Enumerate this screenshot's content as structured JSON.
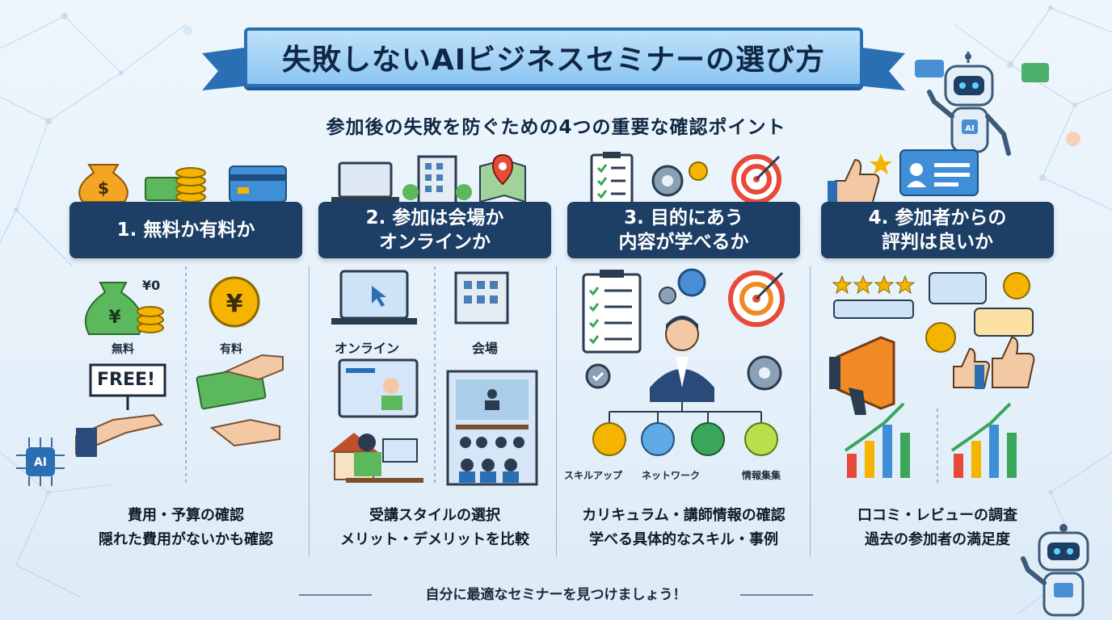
{
  "title": "失敗しないAIビジネスセミナーの選び方",
  "subtitle": "参加後の失敗を防ぐための4つの重要な確認ポイント",
  "columns": [
    {
      "header_lines": [
        "1. 無料か有料か"
      ],
      "labels": {
        "free_price": "¥0",
        "free": "無料",
        "paid": "有料",
        "free_sign": "FREE!"
      },
      "caption_lines": [
        "費用・予算の確認",
        "隠れた費用がないかも確認"
      ]
    },
    {
      "header_lines": [
        "2. 参加は会場か",
        "オンラインか"
      ],
      "labels": {
        "online": "オンライン",
        "venue": "会場"
      },
      "caption_lines": [
        "受講スタイルの選択",
        "メリット・デメリットを比較"
      ]
    },
    {
      "header_lines": [
        "3. 目的にあう",
        "内容が学べるか"
      ],
      "labels": {
        "skill": "スキルアップ",
        "network": "ネットワーク",
        "info": "情報集集"
      },
      "caption_lines": [
        "カリキュラム・講師情報の確認",
        "学べる具体的なスキル・事例"
      ]
    },
    {
      "header_lines": [
        "4. 参加者からの",
        "評判は良いか"
      ],
      "labels": {},
      "caption_lines": [
        "口コミ・レビューの調査",
        "過去の参加者の満足度"
      ]
    }
  ],
  "robot_badge": "AI",
  "chip_badge": "AI",
  "footer": "自分に最適なセミナーを見つけましょう！",
  "colors": {
    "header_bg": "#1d3f66",
    "ribbon_border": "#2a6fb3",
    "ribbon_fill": "#8cc6f2",
    "accent_orange": "#f08a24",
    "accent_green": "#3aa65a",
    "accent_yellow": "#f4b400"
  }
}
